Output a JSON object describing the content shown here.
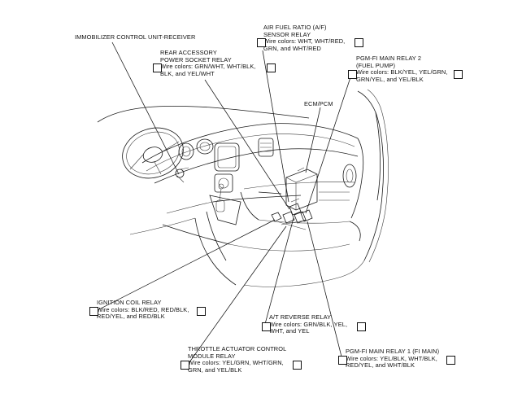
{
  "labels": {
    "immobilizer": {
      "title": "IMMOBILIZER CONTROL UNIT-RECEIVER"
    },
    "af_relay": {
      "line1": "AIR FUEL RATIO (A/F)",
      "line2": "SENSOR RELAY",
      "line3": "Wire colors: WHT, WHT/RED,",
      "line4": "GRN, and WHT/RED"
    },
    "rear_accessory": {
      "line1": "REAR ACCESSORY",
      "line2": "POWER SOCKET RELAY",
      "line3": "Wire colors: GRN/WHT, WHT/BLK,",
      "line4": "BLK, and YEL/WHT"
    },
    "pgm_fi_2": {
      "line1": "PGM-FI MAIN RELAY 2",
      "line2": "(FUEL PUMP)",
      "line3": "Wire colors: BLK/YEL, YEL/GRN,",
      "line4": "GRN/YEL, and YEL/BLK"
    },
    "ecm": {
      "title": "ECM/PCM"
    },
    "ignition": {
      "line1": "IGNITION COIL RELAY",
      "line2": "Wire colors: BLK/RED, RED/BLK,",
      "line3": "RED/YEL, and RED/BLK"
    },
    "at_reverse": {
      "line1": "A/T REVERSE RELAY",
      "line2": "Wire colors: GRN/BLK, YEL,",
      "line3": "WHT, and YEL"
    },
    "throttle": {
      "line1": "THROTTLE ACTUATOR CONTROL",
      "line2": "MODULE RELAY",
      "line3": "Wire colors: YEL/GRN, WHT/GRN,",
      "line4": "GRN, and YEL/BLK"
    },
    "pgm_fi_1": {
      "line1": "PGM-FI MAIN RELAY 1 (FI MAIN)",
      "line2": "Wire colors: YEL/BLK, WHT/BLK,",
      "line3": "RED/YEL, and WHT/BLK"
    }
  }
}
